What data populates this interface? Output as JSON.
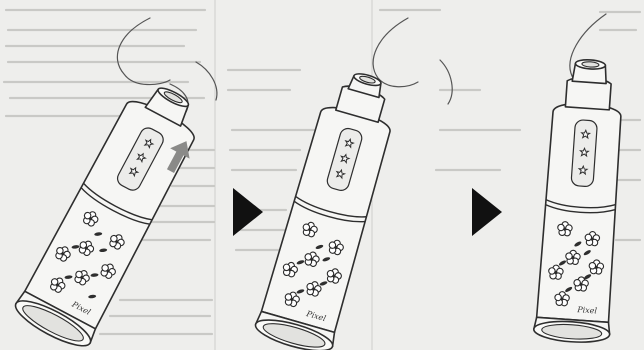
{
  "figure": {
    "brand_text": "Pixel",
    "steps": [
      {
        "id": "step-1",
        "action": "push-up"
      },
      {
        "id": "step-2",
        "action": "partly-extended"
      },
      {
        "id": "step-3",
        "action": "fully-extended"
      }
    ],
    "icons": {
      "step_arrow": "play-triangle-icon",
      "push_arrow": "up-arrow-icon"
    },
    "colors": {
      "background": "#eeeeec",
      "outline": "#2e2e2e",
      "step_arrow": "#111111",
      "push_arrow": "#8a8a88"
    }
  }
}
